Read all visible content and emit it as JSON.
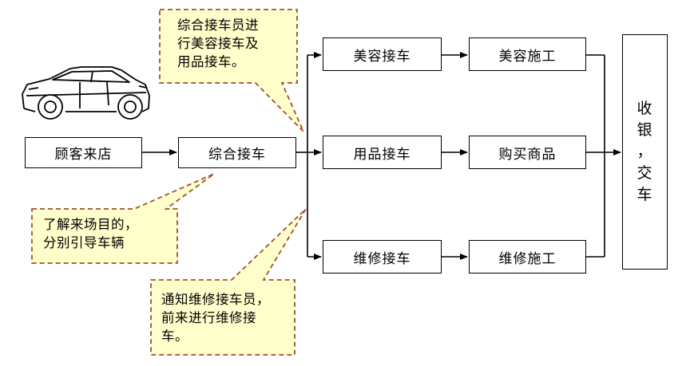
{
  "boxes": {
    "customer_arrival": "顾客来店",
    "general_reception": "综合接车",
    "beauty_reception": "美容接车",
    "beauty_service": "美容施工",
    "goods_reception": "用品接车",
    "purchase_goods": "购买商品",
    "repair_reception": "维修接车",
    "repair_service": "维修施工",
    "checkout": [
      "收",
      "银",
      "，",
      "交",
      "车"
    ]
  },
  "callouts": {
    "top": [
      "综合接车员进",
      "行美容接车及",
      "用品接车。"
    ],
    "left": [
      "了解来场目的，",
      "分别引导车辆"
    ],
    "bottom": [
      "通知维修接车员，",
      "前来进行维修接",
      "车。"
    ]
  },
  "colors": {
    "callout_fill": "#FFFFCC",
    "callout_border": "#A0522D",
    "line": "#000000"
  },
  "icons": {
    "car": "car-icon"
  }
}
